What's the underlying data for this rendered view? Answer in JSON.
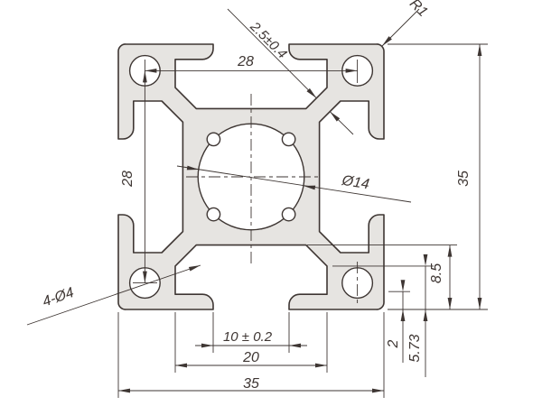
{
  "drawing": {
    "labels": {
      "top_hole_spacing": "28",
      "left_hole_spacing": "28",
      "web_thickness": "2.5±0.4",
      "corner_radius": "R1",
      "center_bore": "Ø14",
      "corner_holes": "4-Ø4",
      "overall_height": "35",
      "slot_depth": "8.5",
      "lip_thickness": "2",
      "lip_depth": "5.73",
      "slot_opening": "10 ± 0.2",
      "slot_cavity_width": "20",
      "overall_width": "35"
    },
    "colors": {
      "line": "#3e3633",
      "profile_fill": "#e6e4e1",
      "background": "#ffffff"
    }
  }
}
